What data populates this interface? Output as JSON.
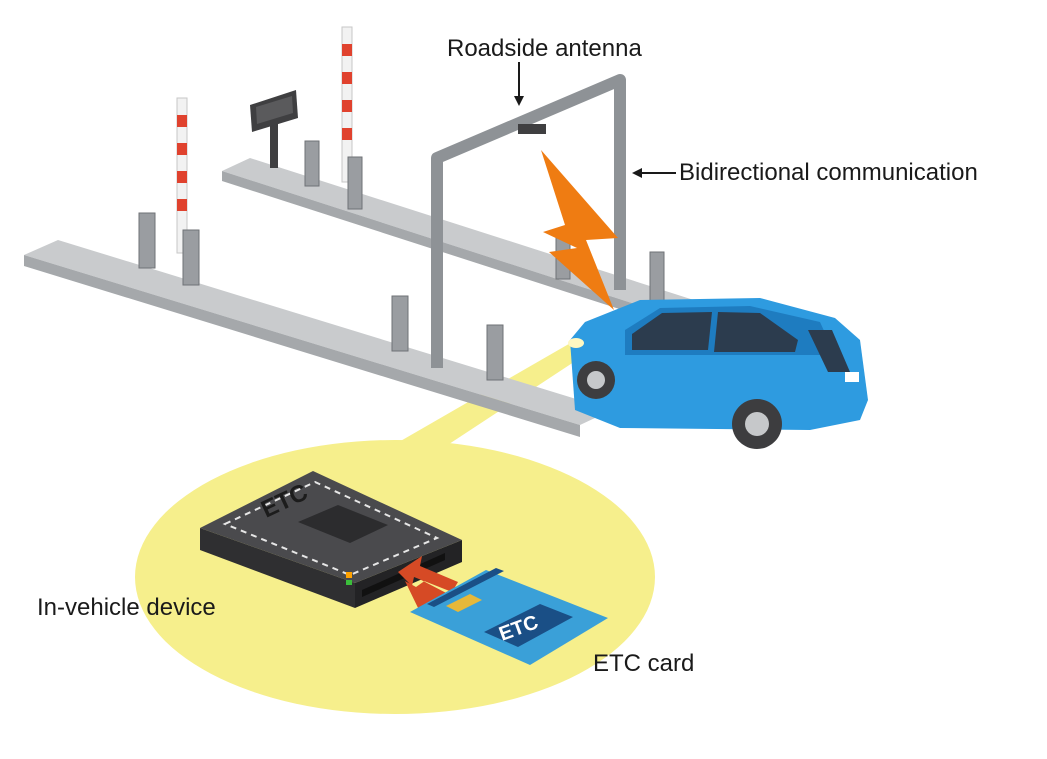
{
  "labels": {
    "roadside_antenna": "Roadside antenna",
    "bidirectional": "Bidirectional communication",
    "in_vehicle_device": "In-vehicle device",
    "etc_card": "ETC card"
  },
  "device": {
    "logo_text": "ETC"
  },
  "card": {
    "logo_text": "ETC"
  },
  "colors": {
    "car": "#2e9be0",
    "highlight": "#f6ef8c",
    "signal": "#ef7c12",
    "structure": "#8e9296",
    "road": "#c9cbcd",
    "card": "#3aa0d8",
    "device": "#3f3f41"
  }
}
